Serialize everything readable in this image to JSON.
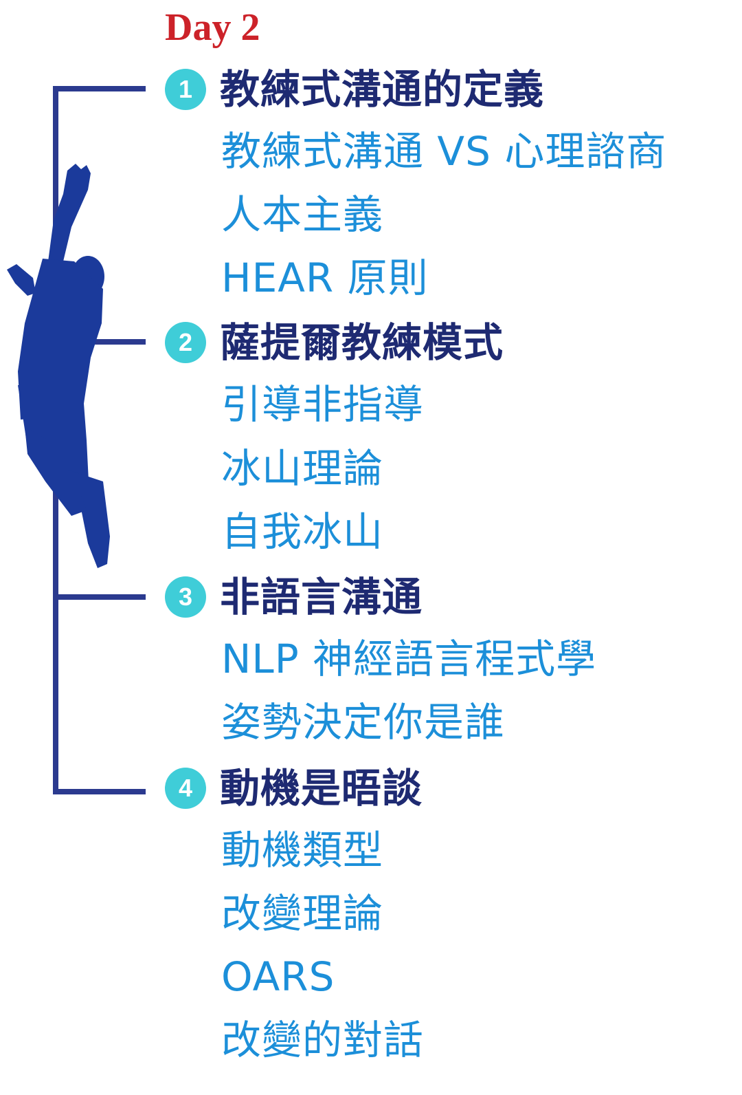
{
  "title": "Day 2",
  "colors": {
    "title": "#cc2229",
    "heading": "#1e2a72",
    "item": "#1c8fd9",
    "badge": "#3fcdd8",
    "bracket": "#2b3a8f",
    "figure": "#1b3a9b"
  },
  "illustration": "jumping-person-silhouette",
  "sections": [
    {
      "number": "1",
      "heading": "教練式溝通的定義",
      "items": [
        "教練式溝通 VS 心理諮商",
        "人本主義",
        "HEAR 原則"
      ]
    },
    {
      "number": "2",
      "heading": "薩提爾教練模式",
      "items": [
        "引導非指導",
        "冰山理論",
        "自我冰山"
      ]
    },
    {
      "number": "3",
      "heading": "非語言溝通",
      "items": [
        "NLP 神經語言程式學",
        "姿勢決定你是誰"
      ]
    },
    {
      "number": "4",
      "heading": "動機是晤談",
      "items": [
        "動機類型",
        "改變理論",
        "OARS",
        "改變的對話"
      ]
    }
  ]
}
